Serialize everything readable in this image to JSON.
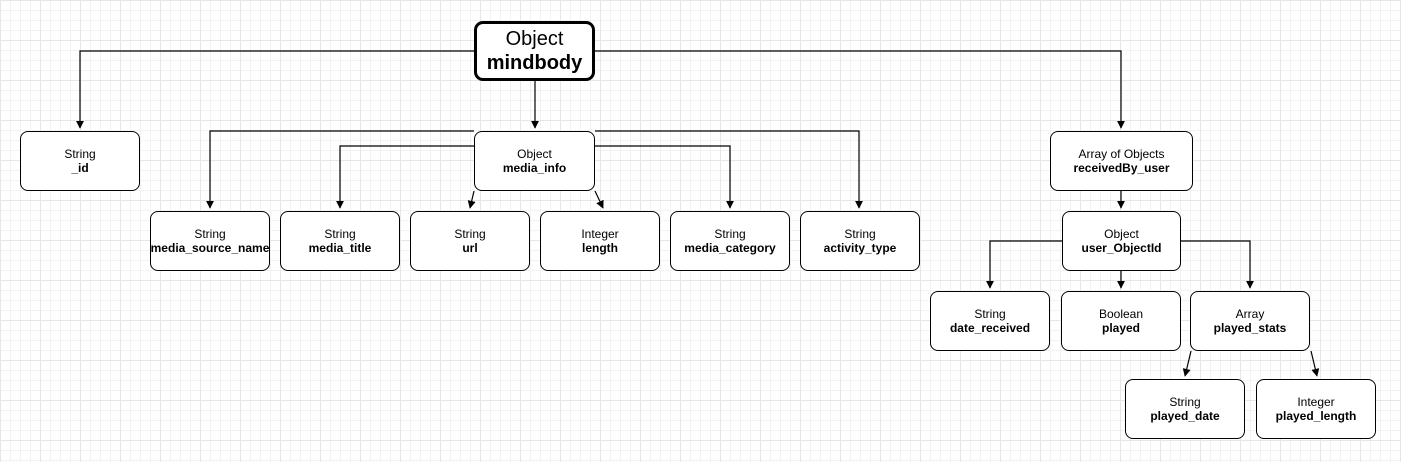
{
  "nodes": {
    "root": {
      "type": "Object",
      "name": "mindbody"
    },
    "id": {
      "type": "String",
      "name": "_id"
    },
    "media_info": {
      "type": "Object",
      "name": "media_info"
    },
    "media_source_name": {
      "type": "String",
      "name": "media_source_name"
    },
    "media_title": {
      "type": "String",
      "name": "media_title"
    },
    "url": {
      "type": "String",
      "name": "url"
    },
    "length": {
      "type": "Integer",
      "name": "length"
    },
    "media_category": {
      "type": "String",
      "name": "media_category"
    },
    "activity_type": {
      "type": "String",
      "name": "activity_type"
    },
    "receivedBy_user": {
      "type": "Array of Objects",
      "name": "receivedBy_user"
    },
    "user_ObjectId": {
      "type": "Object",
      "name": "user_ObjectId"
    },
    "date_received": {
      "type": "String",
      "name": "date_received"
    },
    "played": {
      "type": "Boolean",
      "name": "played"
    },
    "played_stats": {
      "type": "Array",
      "name": "played_stats"
    },
    "played_date": {
      "type": "String",
      "name": "played_date"
    },
    "played_length": {
      "type": "Integer",
      "name": "played_length"
    }
  },
  "edges": [
    {
      "from": "root",
      "to": "id"
    },
    {
      "from": "root",
      "to": "media_info"
    },
    {
      "from": "root",
      "to": "receivedBy_user"
    },
    {
      "from": "media_info",
      "to": "media_source_name"
    },
    {
      "from": "media_info",
      "to": "media_title"
    },
    {
      "from": "media_info",
      "to": "url"
    },
    {
      "from": "media_info",
      "to": "length"
    },
    {
      "from": "media_info",
      "to": "media_category"
    },
    {
      "from": "media_info",
      "to": "activity_type"
    },
    {
      "from": "receivedBy_user",
      "to": "user_ObjectId"
    },
    {
      "from": "user_ObjectId",
      "to": "date_received"
    },
    {
      "from": "user_ObjectId",
      "to": "played"
    },
    {
      "from": "user_ObjectId",
      "to": "played_stats"
    },
    {
      "from": "played_stats",
      "to": "played_date"
    },
    {
      "from": "played_stats",
      "to": "played_length"
    }
  ]
}
